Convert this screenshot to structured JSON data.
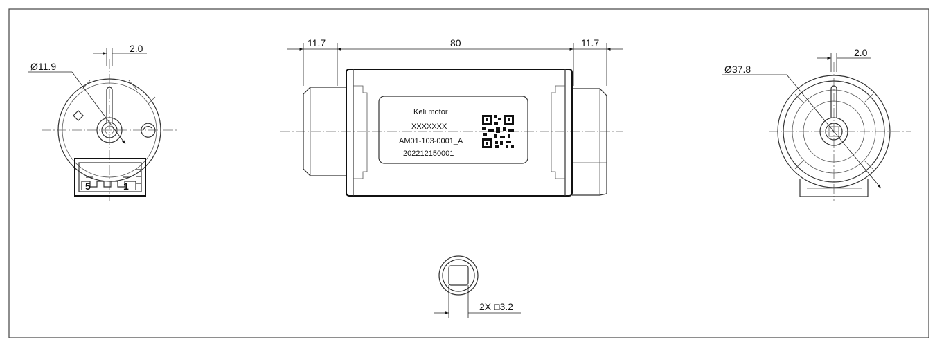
{
  "dimensions": {
    "left_view_pitch": "2.0",
    "left_view_diameter": "Ø11.9",
    "end_extension_left": "11.7",
    "body_length": "80",
    "end_extension_right": "11.7",
    "right_view_pitch": "2.0",
    "right_view_diameter": "Ø37.8",
    "terminal": "2X □3.2"
  },
  "connector": {
    "pin_first": "5",
    "pin_last": "1"
  },
  "label": {
    "brand": "Keli motor",
    "line2": "XXXXXXX",
    "part_number": "AM01-103-0001_A",
    "serial": "202212150001"
  }
}
